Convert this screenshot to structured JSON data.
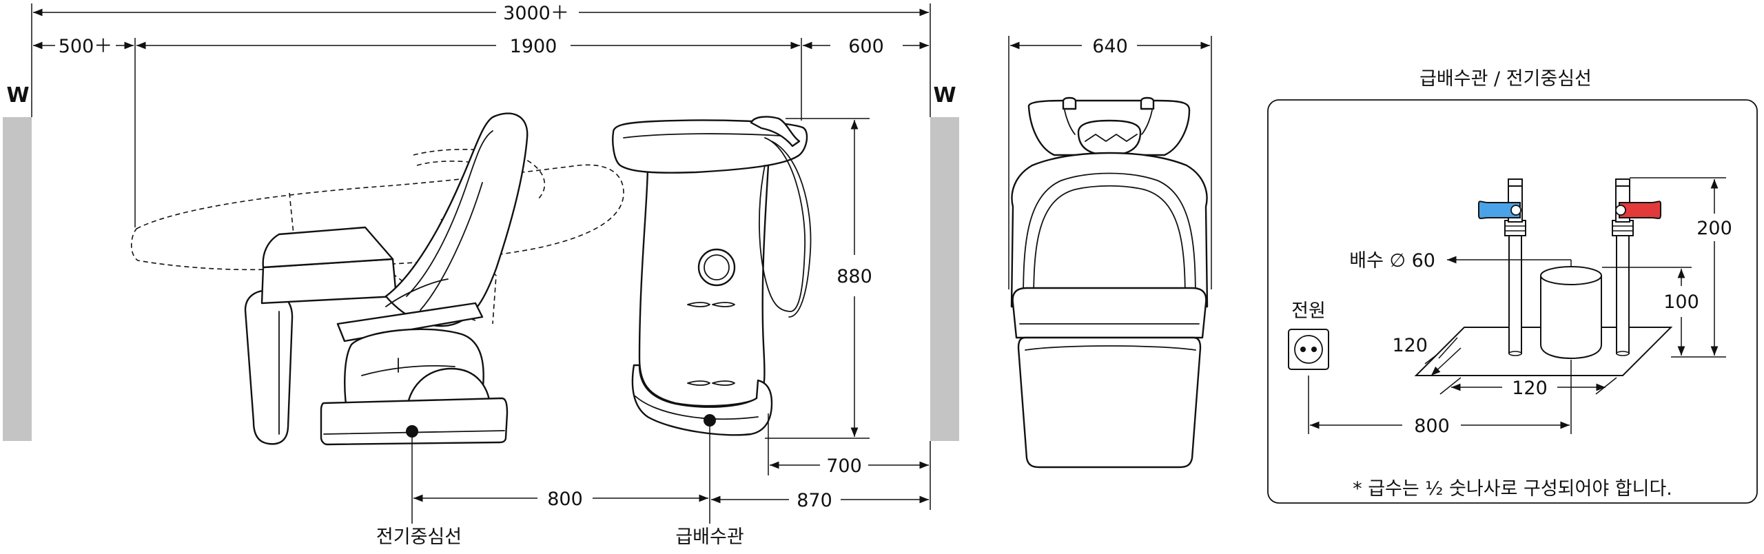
{
  "dimensions": {
    "total_width": "3000＋",
    "front_clearance": "500＋",
    "chair_length": "1900",
    "rear_clearance": "600",
    "bowl_width": "640",
    "unit_height": "880",
    "floor_depth": "700",
    "drain_offset": "800",
    "supply_offset": "870"
  },
  "wall_labels": {
    "left": "W",
    "right": "W"
  },
  "callouts": {
    "electric_center": "전기중심선",
    "water_supply_pipe": "급배수관"
  },
  "detail": {
    "title": "급배수관 / 전기중심선",
    "drain_label": "배수 ∅ 60",
    "power_label": "전원",
    "pipe_height": "200",
    "drain_height": "100",
    "base_depth": "120",
    "base_width": "120",
    "power_offset": "800",
    "note": "* 급수는 ½ 숫나사로 구성되어야 합니다."
  },
  "colors": {
    "cold_handle": "#4aa3e8",
    "hot_handle": "#e23a3a",
    "wall_fill": "#c4c4c4"
  }
}
